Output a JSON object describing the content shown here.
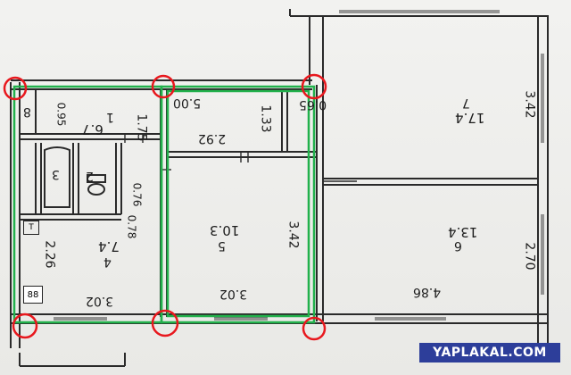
{
  "rooms": {
    "r1": {
      "num": "1",
      "area": "6.7"
    },
    "r2": {
      "num": "2"
    },
    "r3": {
      "num": "3"
    },
    "r4": {
      "num": "4",
      "area": "7.4"
    },
    "r5": {
      "num": "5",
      "area": "10.3"
    },
    "r6": {
      "num": "6",
      "area": "13.4"
    },
    "r7": {
      "num": "7",
      "area": "17.4"
    },
    "r8": {
      "num": "8"
    }
  },
  "dims": {
    "d175": "1.75",
    "d095": "0.95",
    "d500": "5.00",
    "d133": "1.33",
    "d065": "0.65",
    "d292": "2.92",
    "d076": "0.76",
    "d078": "0.78",
    "d342a": "3.42",
    "d342b": "3.42",
    "d226": "2.26",
    "d302a": "3.02",
    "d302b": "3.02",
    "d270": "2.70",
    "d486": "4.86"
  },
  "box_t": "T",
  "box_88": "88",
  "watermark": "YAPLAKAL.COM",
  "colors": {
    "highlight": "#22b14c",
    "marker": "#e8181e",
    "ink": "#222222"
  }
}
